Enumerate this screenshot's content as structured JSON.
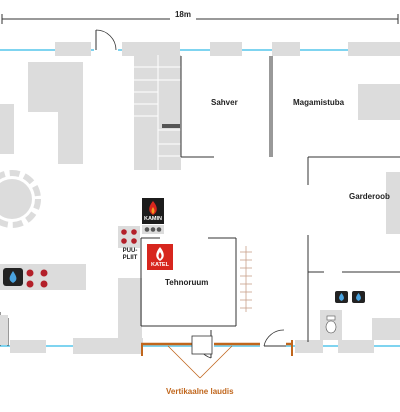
{
  "dimension": {
    "value": "18m"
  },
  "rooms": [
    {
      "id": "sahver",
      "label": "Sahver"
    },
    {
      "id": "magamistuba",
      "label": "Magamistuba"
    },
    {
      "id": "garderoob",
      "label": "Garderoob"
    },
    {
      "id": "tehnoruum",
      "label": "Tehnoruum"
    }
  ],
  "fixtures": {
    "kamin": {
      "label": "KAMIN",
      "icon": "fire-icon"
    },
    "katel": {
      "label": "KATEL",
      "icon": "fire-icon"
    },
    "puupliit": {
      "label_line1": "PUU-",
      "label_line2": "PLIIT"
    }
  },
  "annotation": {
    "barn_door": "Vertikaalne laudis"
  },
  "colors": {
    "window": "#7fd4f0",
    "wall": "#333333",
    "annotation": "#c0661c",
    "fire_bg": "#1c1c1c",
    "fire_red": "#d7261e",
    "water_icon": "#4aa3df",
    "stove_burner": "#b3202a",
    "furniture": "#dcdcdc"
  }
}
